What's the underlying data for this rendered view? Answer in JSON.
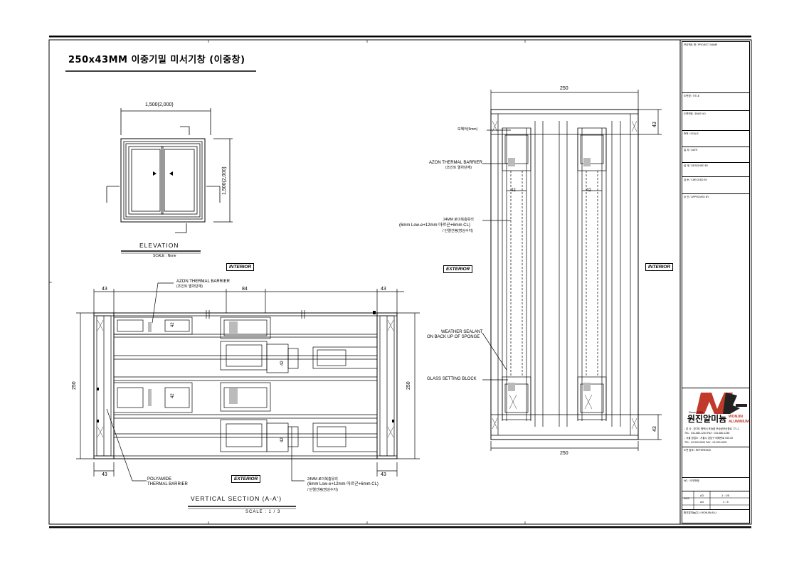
{
  "drawing": {
    "title": "250x43MM  이중기밀 미서기창 (이중창)",
    "elevation": {
      "label": "ELEVATION",
      "scale": "SCALE : None",
      "width_dim": "1,500(2,000)",
      "height_dim": "1,500(2,000)"
    },
    "vertical_section": {
      "label": "VERTICAL SECTION (A-A')",
      "scale": "SCALE :  1 / 3",
      "dims": {
        "left_top": "43",
        "mid_top": "84",
        "right_top": "43",
        "left_bottom": "43",
        "right_bottom": "43",
        "height_left": "250",
        "height_right": "250",
        "glass_42a": "42",
        "glass_42b": "42",
        "glass_42c": "42",
        "glass_42d": "42"
      },
      "interior_label": "INTERIOR",
      "exterior_label": "EXTERIOR",
      "notes": {
        "azon_1": "AZON THERMAL BARRIER",
        "azon_2": "(조인트 열차단재)",
        "poly_1": "POLYAMIDE",
        "poly_2": "THERMAL BARRIER",
        "glass_1": "24MM 로이복층유리",
        "glass_2": "(6mm Low-e+12mm 아르곤+6mm CL)",
        "glass_3": "/ 단열간봉(방상수지)"
      }
    },
    "horizontal_section": {
      "top_dim": "250",
      "bottom_dim": "250",
      "right_top_dim": "43",
      "right_bottom_dim": "43",
      "glass_dim_a": "42",
      "glass_dim_b": "42",
      "interior_label": "INTERIOR",
      "exterior_label": "EXTERIOR",
      "notes": {
        "mohair": "모헤어(5mm)",
        "azon_1": "AZON THERMAL BARRIER",
        "azon_2": "(조인트 열차단재)",
        "glass_1": "24MM 로이복층유리",
        "glass_2": "(6mm Low-e+12mm 아르곤+6mm CL)",
        "glass_3": "/ 단열간봉(방상수지)",
        "weather_1": "WEATHER SEALANT",
        "weather_2": "ON BACK UP OF SPONGE",
        "setting": "GLASS SETTING BLOCK"
      }
    }
  },
  "title_block": {
    "rows": [
      "프로젝트 명 / PROJECT NAME",
      "도면명 / TITLE",
      "도면번호 / DWG NO.",
      "축척 / SCALE",
      "일 자 / DATE",
      "설 계 / DESIGNED BY",
      "검 토 / CHECKED BY",
      "승 인 / APPROVED BY"
    ],
    "company_kr": "원진알미늄",
    "company_en_1": "WONJIN",
    "company_en_2": "ALUMINIUM",
    "brand_small": "Since 1969",
    "addr_1": "- 본  사 : 경기도 평택시 포승읍 포승공단순환로 771-1",
    "addr_2": "  TEL : 031-680-1234  FAX : 031-680-1235",
    "addr_3": "- 서울 영업소 : 서울시 강남구 테헤란로 000-00",
    "addr_4": "  TEL : 02-000-0000  FAX : 02-000-0000",
    "row_ref": "도면 참조 / REFERENCE",
    "row_no": "NO. / 도면번호",
    "a3_label": "A3",
    "a3_scale": "1 : 1/5",
    "a4_label": "A4",
    "a4_scale": "1 : 5",
    "size_label": "SIZE",
    "footer": "원진알미늄(주) / WONJIN ALU"
  },
  "colors": {
    "ink": "#000000",
    "paper": "#ffffff",
    "logo_red": "#c0392b"
  }
}
